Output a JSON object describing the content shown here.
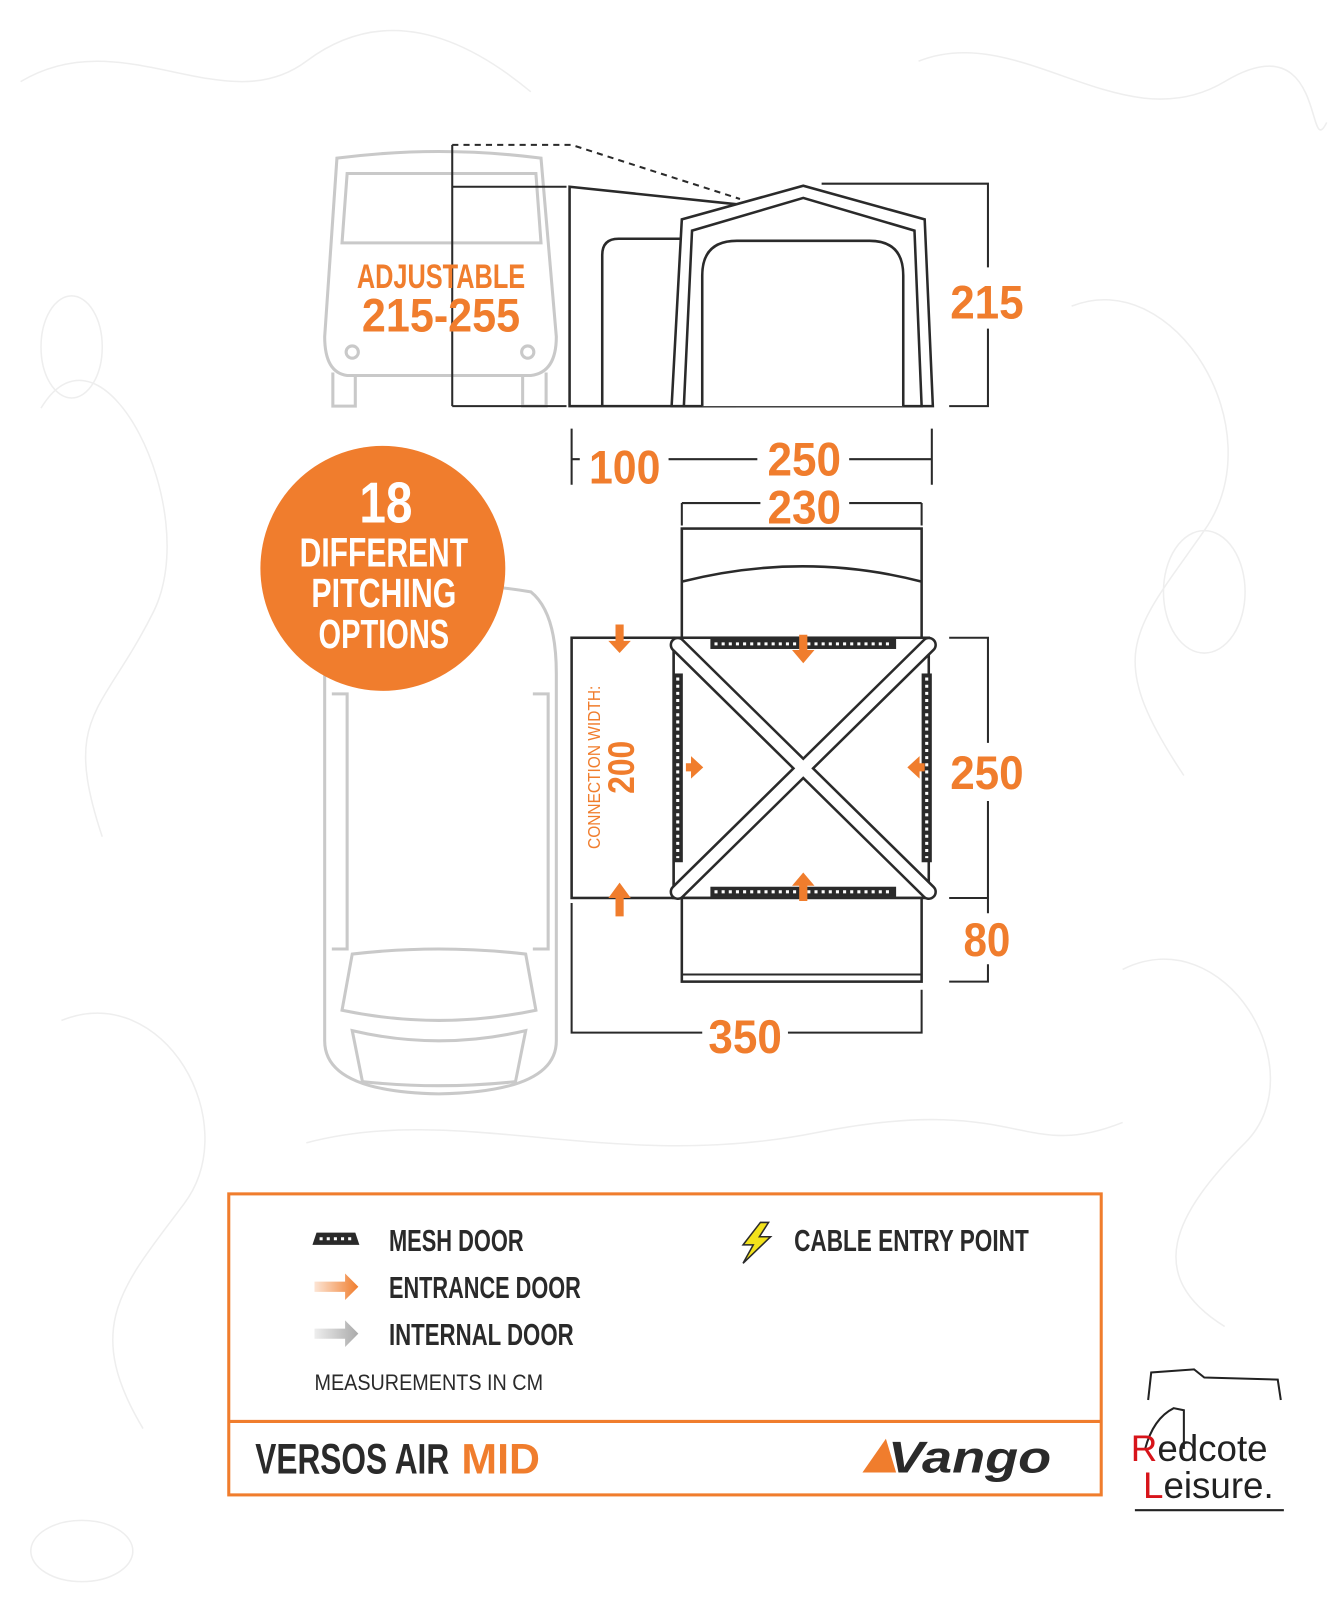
{
  "diagram": {
    "adjustable_label": "ADJUSTABLE",
    "adjustable_range": "215-255",
    "height": "215",
    "porch_depth": "100",
    "outer_width": "250",
    "inner_width": "230",
    "depth": "250",
    "rear_extension": "80",
    "total_length": "350",
    "connection_label": "CONNECTION WIDTH:",
    "connection_width": "200"
  },
  "badge": {
    "number": "18",
    "line1": "DIFFERENT",
    "line2": "PITCHING",
    "line3": "OPTIONS"
  },
  "legend": {
    "mesh_door": "MESH DOOR",
    "entrance_door": "ENTRANCE DOOR",
    "internal_door": "INTERNAL DOOR",
    "cable_entry": "CABLE ENTRY POINT",
    "units": "MEASUREMENTS IN CM"
  },
  "product": {
    "name": "VERSOS AIR",
    "variant": "MID"
  },
  "brand": {
    "logo": "Vango"
  },
  "dealer": {
    "line1": "Redcote",
    "line2": "Leisure."
  },
  "colors": {
    "accent": "#f07d2d",
    "dark": "#2a2a2a",
    "vehicle": "#c9c9c9",
    "cable": "#f2e21b"
  }
}
